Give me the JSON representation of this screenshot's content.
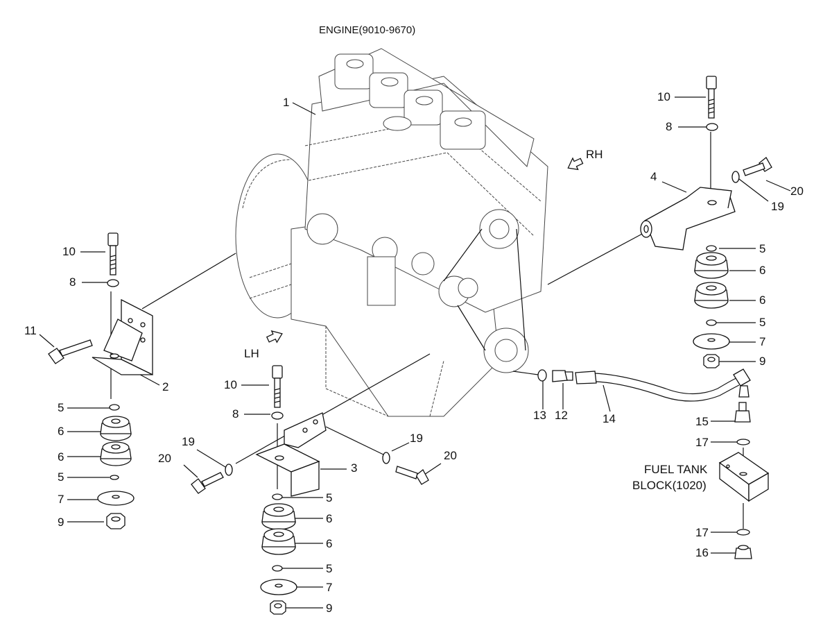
{
  "diagram": {
    "title": "ENGINE(9010-9670)",
    "directions": {
      "rh": "RH",
      "lh": "LH"
    },
    "note": {
      "line1": "FUEL TANK",
      "line2": "BLOCK(1020)"
    },
    "callouts": {
      "engine": "1",
      "bracket_lh": "2",
      "bracket_front": "3",
      "bracket_rh": "4",
      "washer": "5",
      "mount": "6",
      "plate": "7",
      "small_washer": "8",
      "nut": "9",
      "bolt_long": "10",
      "bolt_side": "11",
      "union": "12",
      "gasket": "13",
      "hose": "14",
      "connector": "15",
      "plug": "16",
      "oring": "17",
      "washer_side": "19",
      "bolt_short": "20"
    }
  }
}
